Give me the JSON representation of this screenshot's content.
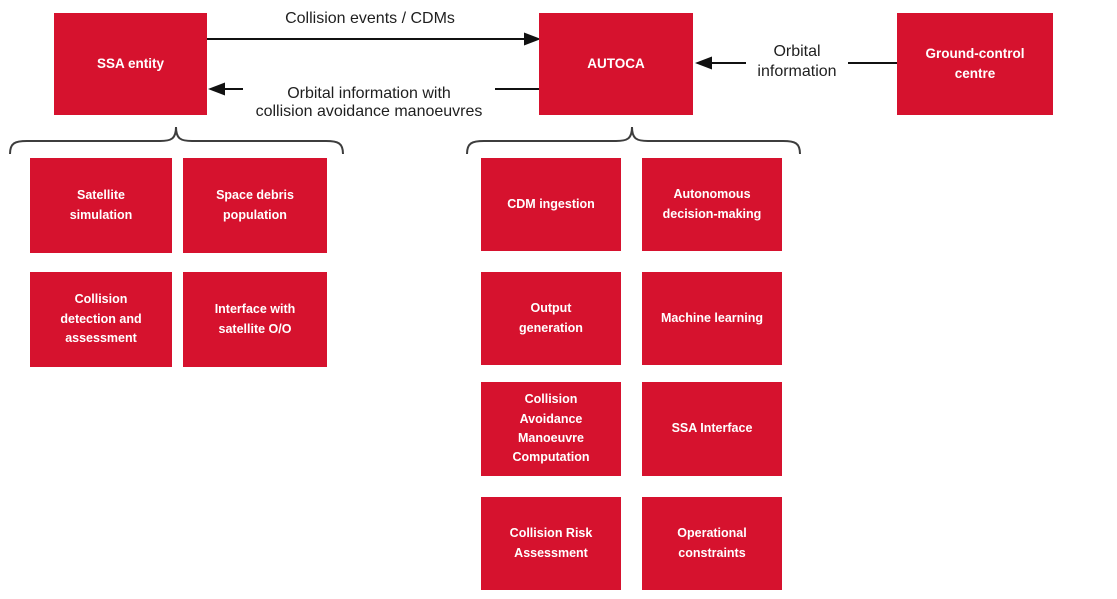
{
  "colors": {
    "node_red": "#d6122e",
    "node_text": "#ffffff",
    "arrow_black": "#111111",
    "brace_gray": "#3d3d3d",
    "arrow_label_text": "#1f1f1f"
  },
  "nodes": {
    "ssa_entity": {
      "label": "SSA entity"
    },
    "autoca": {
      "label": "AUTOCA"
    },
    "ground_control": {
      "label": "Ground-control\ncentre"
    }
  },
  "arrows": [
    {
      "label": "Collision events / CDMs",
      "from": "SSA entity",
      "to": "AUTOCA",
      "direction": "right"
    },
    {
      "label": "Orbital information with\ncollision avoidance manoeuvres",
      "from": "AUTOCA",
      "to": "SSA entity",
      "direction": "left"
    },
    {
      "label": "Orbital\ninformation",
      "from": "Ground-control centre",
      "to": "AUTOCA",
      "direction": "left"
    }
  ],
  "ssa_group": {
    "items": [
      {
        "label": "Satellite\nsimulation"
      },
      {
        "label": "Space debris\npopulation"
      },
      {
        "label": "Collision\ndetection and\nassessment"
      },
      {
        "label": "Interface with\nsatellite O/O"
      }
    ]
  },
  "autoca_group": {
    "items": [
      {
        "label": "CDM ingestion"
      },
      {
        "label": "Autonomous\ndecision-making"
      },
      {
        "label": "Output\ngeneration"
      },
      {
        "label": "Machine learning"
      },
      {
        "label": "Collision\nAvoidance\nManoeuvre\nComputation"
      },
      {
        "label": "SSA Interface"
      },
      {
        "label": "Collision Risk\nAssessment"
      },
      {
        "label": "Operational\nconstraints"
      }
    ]
  }
}
